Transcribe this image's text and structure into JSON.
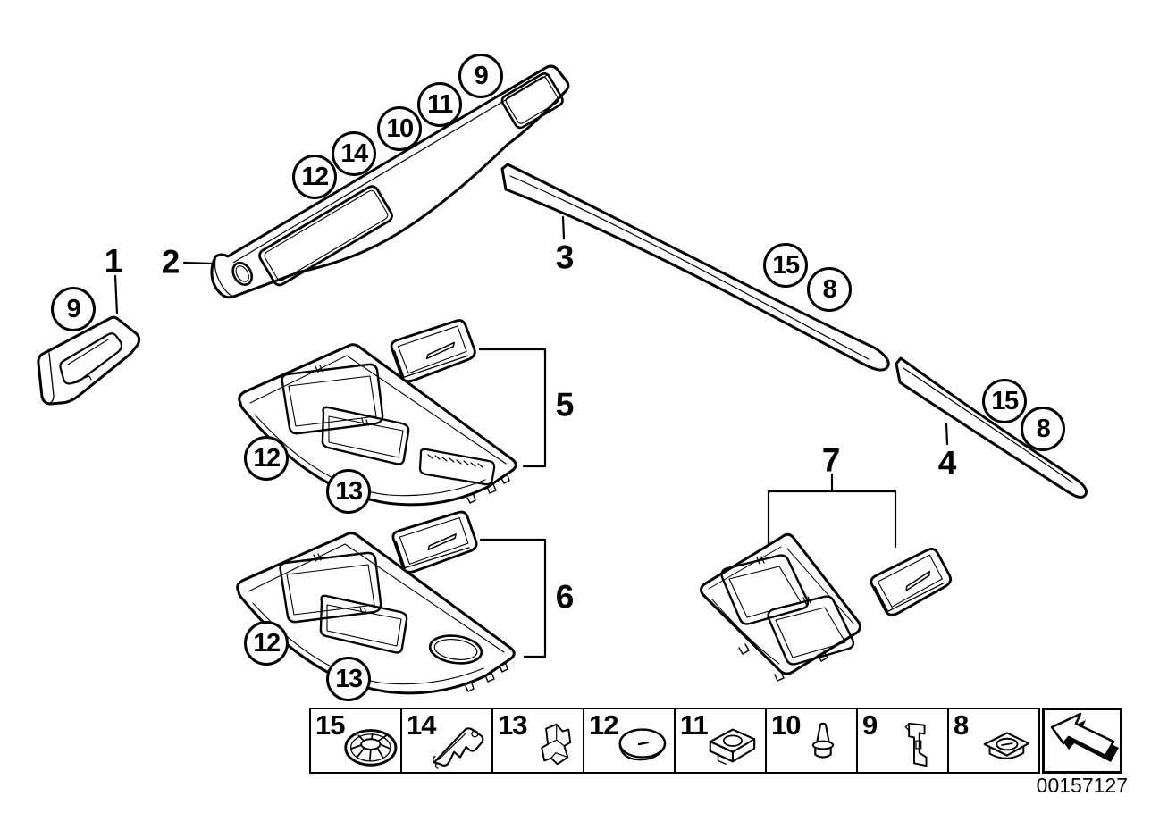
{
  "doc": {
    "number": "00157127"
  },
  "canvas": {
    "background": "#ffffff",
    "line_color": "#000000"
  },
  "callouts": [
    {
      "label": "9"
    },
    {
      "label": "12"
    },
    {
      "label": "14"
    },
    {
      "label": "10"
    },
    {
      "label": "11"
    },
    {
      "label": "9"
    },
    {
      "label": "15"
    },
    {
      "label": "8"
    },
    {
      "label": "15"
    },
    {
      "label": "8"
    },
    {
      "label": "12"
    },
    {
      "label": "13"
    },
    {
      "label": "12"
    },
    {
      "label": "13"
    }
  ],
  "part_labels": [
    {
      "label": "1"
    },
    {
      "label": "2"
    },
    {
      "label": "3"
    },
    {
      "label": "4"
    },
    {
      "label": "5"
    },
    {
      "label": "6"
    },
    {
      "label": "7"
    }
  ],
  "legend": {
    "items": [
      {
        "label": "15",
        "icon": "speed-nut-icon"
      },
      {
        "label": "14",
        "icon": "spring-clip-icon"
      },
      {
        "label": "13",
        "icon": "retainer-clip-icon"
      },
      {
        "label": "12",
        "icon": "oval-cap-icon"
      },
      {
        "label": "11",
        "icon": "captive-nut-icon"
      },
      {
        "label": "10",
        "icon": "expansion-rivet-icon"
      },
      {
        "label": "9",
        "icon": "bracket-clip-icon"
      },
      {
        "label": "8",
        "icon": "grommet-icon"
      }
    ],
    "arrow_icon": "direction-arrow-icon"
  }
}
